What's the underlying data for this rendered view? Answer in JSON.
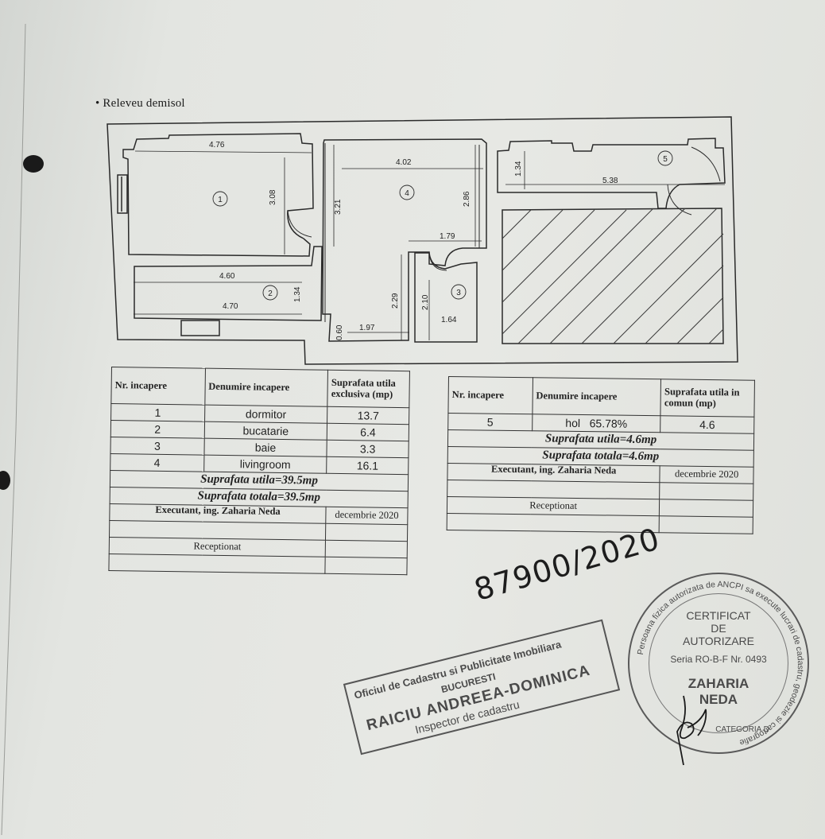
{
  "title": "Releveu demisol",
  "plan": {
    "rooms": [
      {
        "number": "1",
        "dimensions": [
          "4.76",
          "3.08"
        ]
      },
      {
        "number": "2",
        "dimensions": [
          "4.60",
          "4.70",
          "1.34"
        ]
      },
      {
        "number": "3",
        "dimensions": [
          "2.10",
          "1.64"
        ]
      },
      {
        "number": "4",
        "dimensions": [
          "4.02",
          "3.21",
          "2.86",
          "1.79",
          "2.29",
          "0.60",
          "1.97"
        ]
      },
      {
        "number": "5",
        "dimensions": [
          "5.38",
          "1.34"
        ]
      }
    ]
  },
  "table_exclusive": {
    "headers": [
      "Nr. incapere",
      "Denumire incapere",
      "Suprafata utila exclusiva (mp)"
    ],
    "rows": [
      {
        "nr": "1",
        "name": "dormitor",
        "area": "13.7"
      },
      {
        "nr": "2",
        "name": "bucatarie",
        "area": "6.4"
      },
      {
        "nr": "3",
        "name": "baie",
        "area": "3.3"
      },
      {
        "nr": "4",
        "name": "livingroom",
        "area": "16.1"
      }
    ],
    "useful_total": "Suprafata utila=39.5mp",
    "total": "Suprafata totala=39.5mp",
    "executant": "Executant, ing. Zaharia Neda",
    "date": "decembrie 2020",
    "received": "Receptionat"
  },
  "table_common": {
    "headers": [
      "Nr. incapere",
      "Denumire incapere",
      "Suprafata utila in comun (mp)"
    ],
    "rows": [
      {
        "nr": "5",
        "name": "hol",
        "share": "65.78%",
        "area": "4.6"
      }
    ],
    "useful_total": "Suprafata utila=4.6mp",
    "total": "Suprafata totala=4.6mp",
    "executant": "Executant, ing. Zaharia Neda",
    "date": "decembrie 2020",
    "received": "Receptionat"
  },
  "registration_number": "87900/2020",
  "stamp_office": {
    "line1": "Oficiul de Cadastru si Publicitate Imobiliara",
    "line2": "BUCURESTI",
    "line3": "RAICIU ANDREEA-DOMINICA",
    "line4": "Inspector de cadastru"
  },
  "stamp_certificate": {
    "ring_text": "Persoana fizica autorizata de ANCPI sa execute lucrari de cadastru, geodezie si cartografie",
    "line1": "CERTIFICAT",
    "line2": "DE",
    "line3": "AUTORIZARE",
    "series": "Seria RO-B-F Nr. 0493",
    "name1": "ZAHARIA",
    "name2": "NEDA",
    "category": "CATEGORIA D"
  }
}
